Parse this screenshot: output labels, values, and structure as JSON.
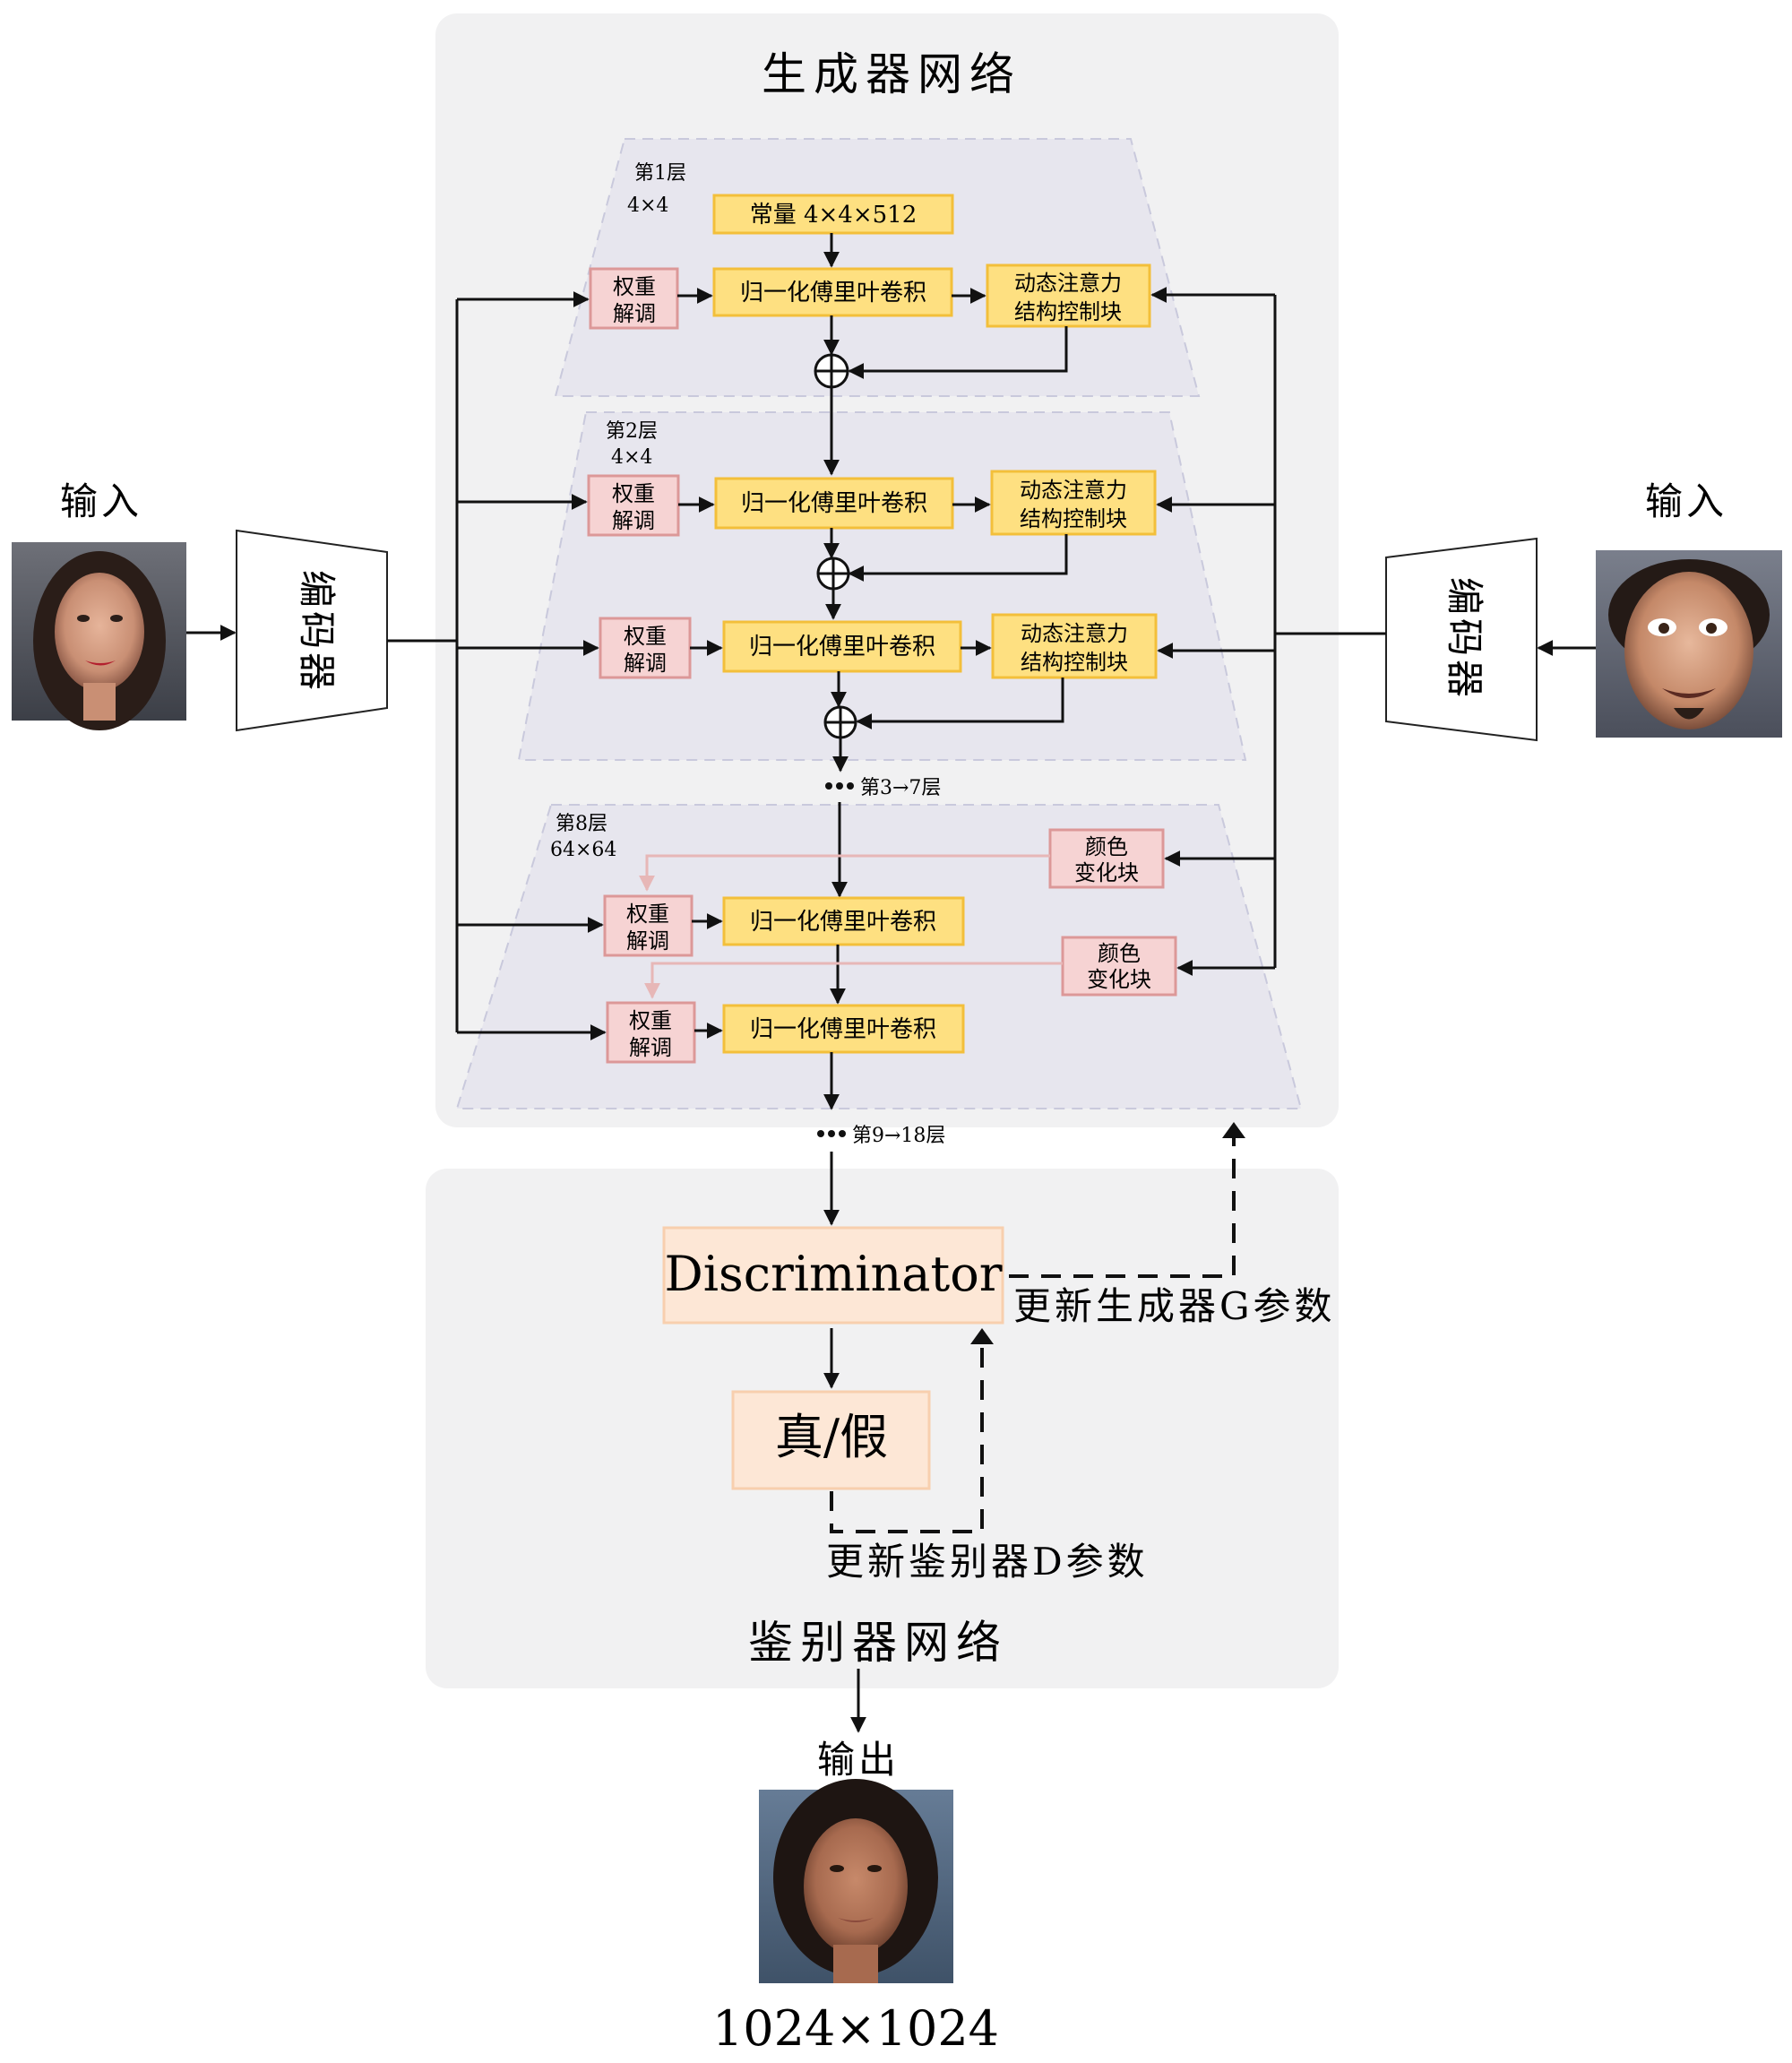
{
  "generator": {
    "title": "生成器网络",
    "layer1": {
      "name": "第1层",
      "size": "4×4",
      "const": "常量 4×4×512"
    },
    "layer2": {
      "name": "第2层",
      "size": "4×4"
    },
    "layer8": {
      "name": "第8层",
      "size": "64×64"
    },
    "ellipsis_3_7": "第3→7层",
    "ellipsis_9_18": "第9→18层"
  },
  "blocks": {
    "weight_l1": "权重",
    "weight_l2": "解调",
    "fourier_conv": "归一化傅里叶卷积",
    "attn_l1": "动态注意力",
    "attn_l2": "结构控制块",
    "color_l1": "颜色",
    "color_l2": "变化块"
  },
  "left_input": {
    "label": "输入",
    "encoder": "编码器"
  },
  "right_input": {
    "label": "输入",
    "encoder": "编码器"
  },
  "discriminator": {
    "title": "鉴别器网络",
    "block": "Discriminator",
    "real_fake": "真/假",
    "update_g": "更新生成器G参数",
    "update_d": "更新鉴别器D参数"
  },
  "output": {
    "label": "输出",
    "resolution": "1024×1024"
  },
  "colors": {
    "panel": "#f1f1f2",
    "layer_band": "#e7e6ee",
    "conv_block": "#fee081",
    "modulation_block": "#f6d3d3",
    "discriminator_block": "#fde7d6"
  }
}
